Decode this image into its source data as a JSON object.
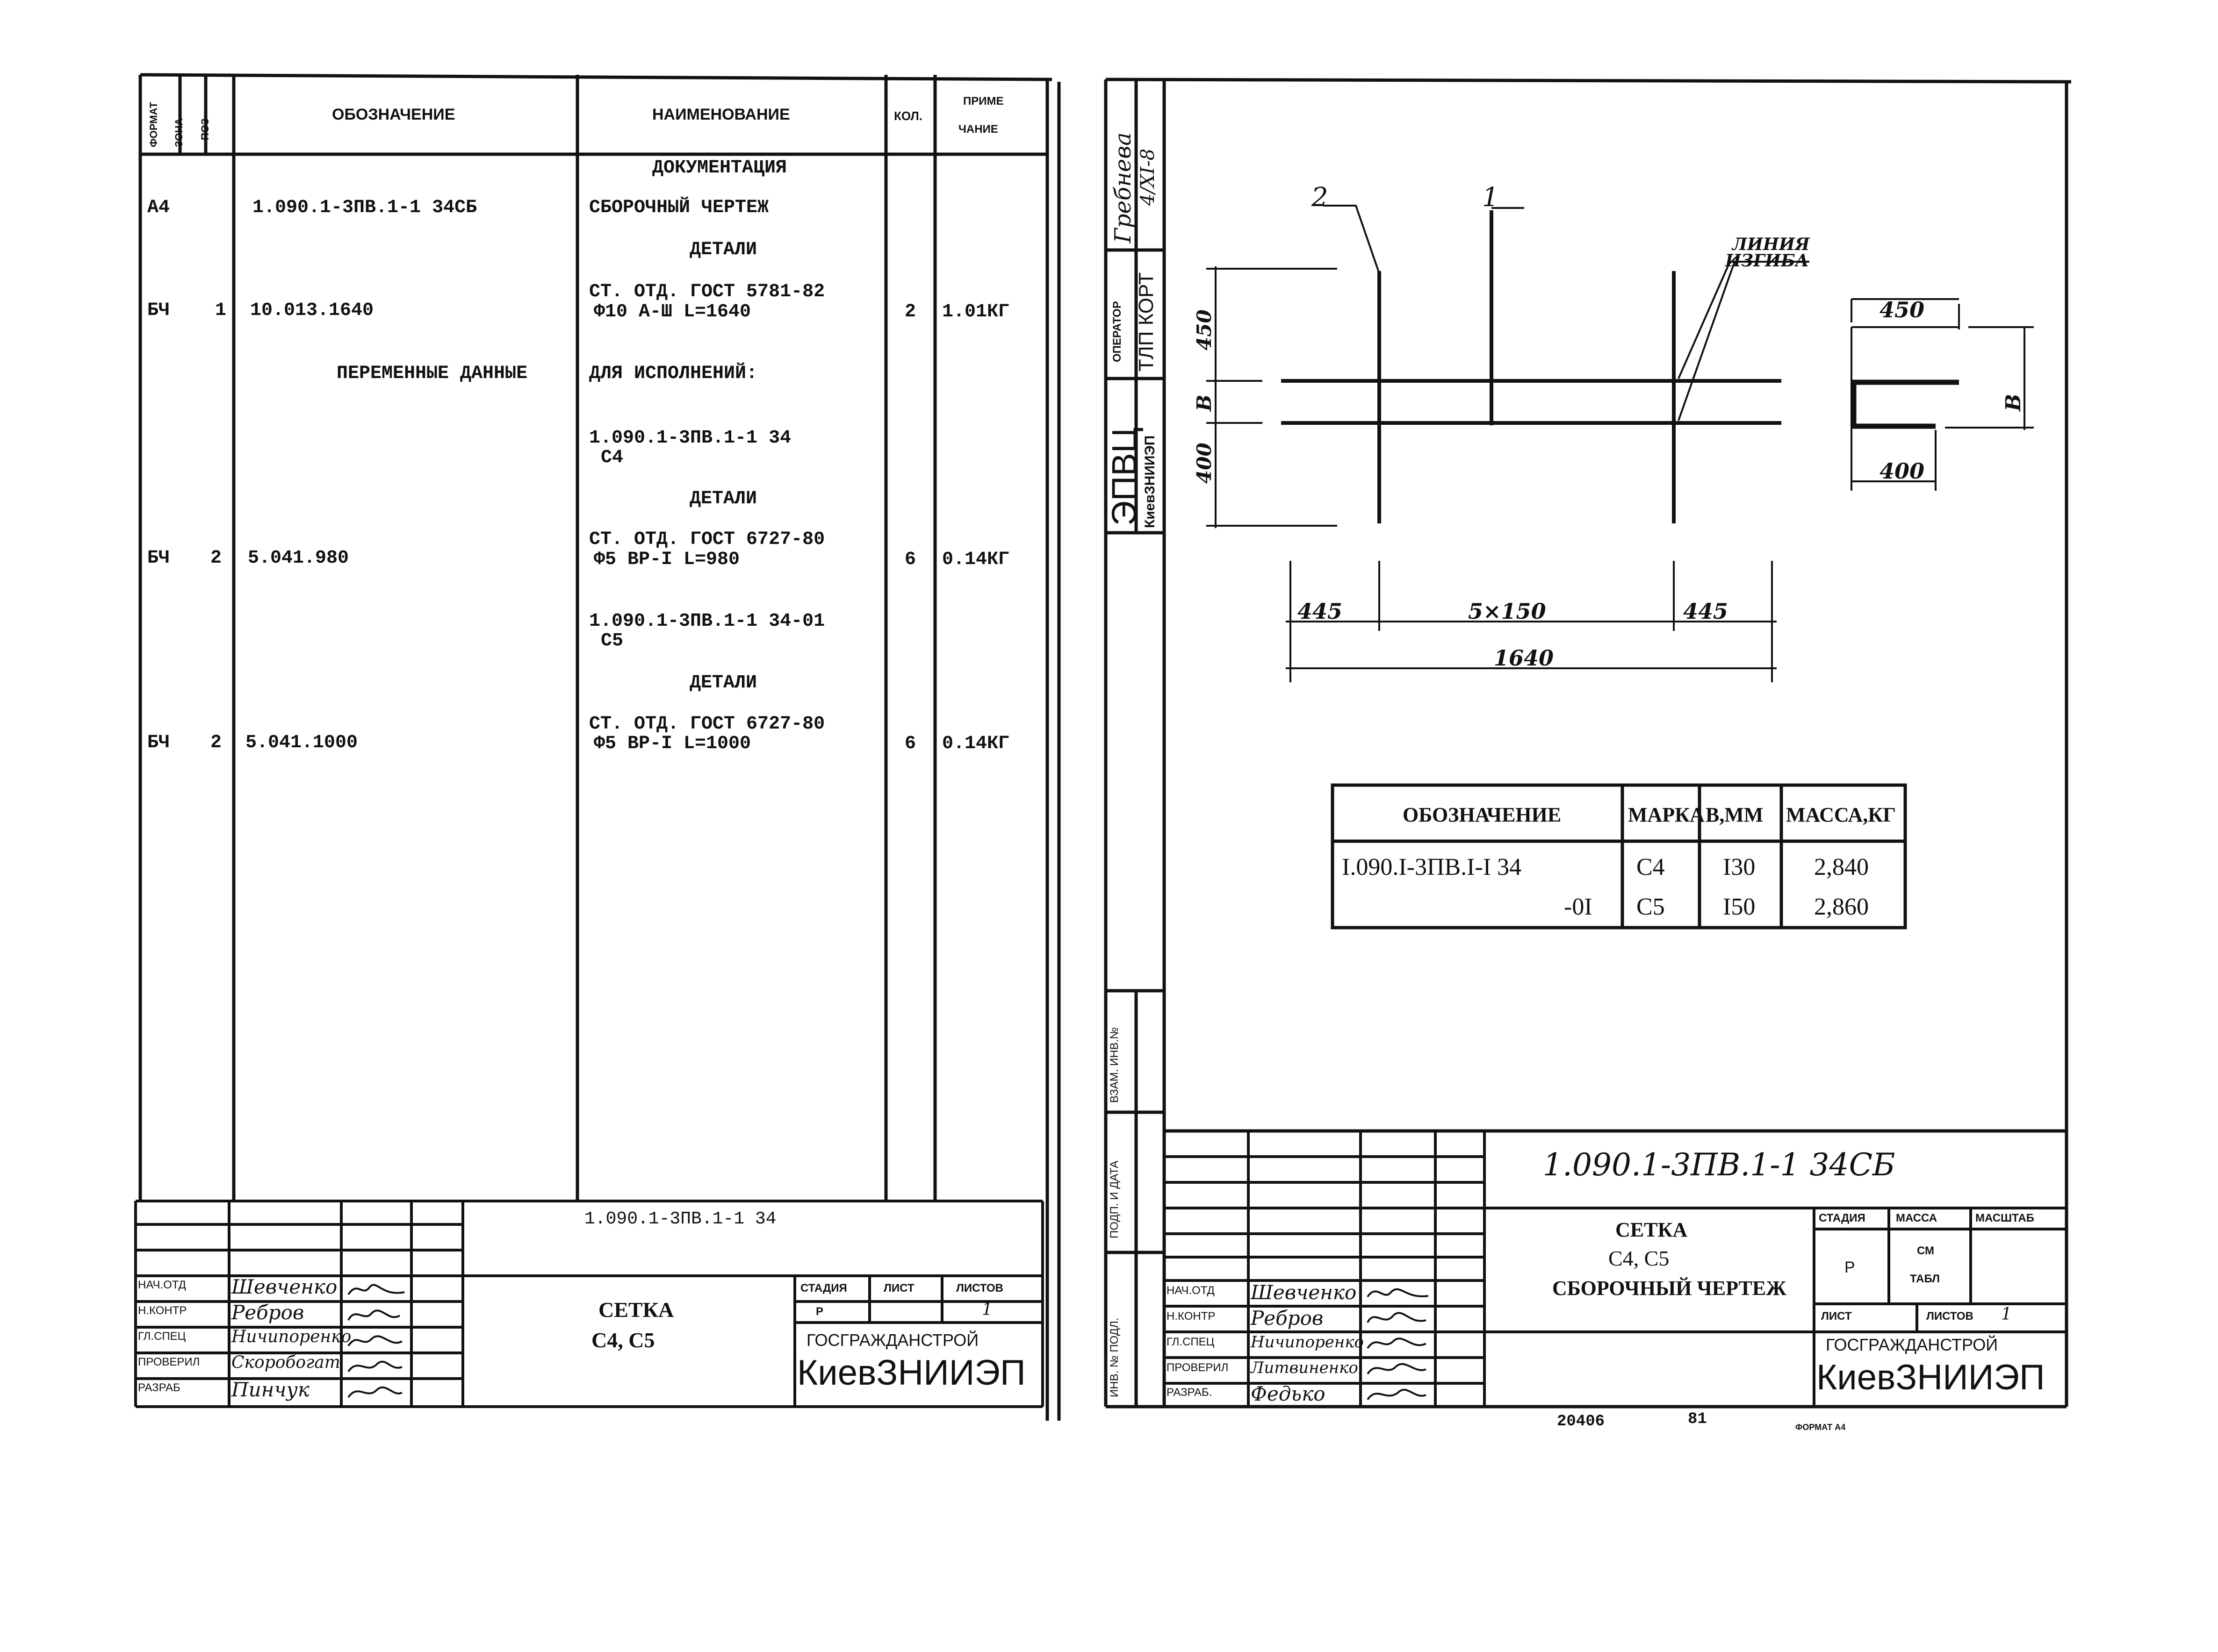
{
  "left_sheet": {
    "headers": {
      "format": "ФОРМАТ",
      "zone": "ЗОНА",
      "pos": "ПОЗ",
      "designation": "ОБОЗНАЧЕНИЕ",
      "name": "НАИМЕНОВАНИЕ",
      "qty": "КОЛ.",
      "note1": "ПРИМЕ",
      "note2": "ЧАНИЕ"
    },
    "rows": [
      {
        "format": "",
        "zone": "",
        "pos": "",
        "designation": "",
        "name": "ДОКУМЕНТАЦИЯ",
        "name2": "",
        "qty": "",
        "note": ""
      },
      {
        "format": "А4",
        "zone": "",
        "pos": "",
        "designation": "1.090.1-3ПВ.1-1 34СБ",
        "name": "СБОРОЧНЫЙ ЧЕРТЕЖ",
        "name2": "",
        "qty": "",
        "note": ""
      },
      {
        "format": "",
        "zone": "",
        "pos": "",
        "designation": "",
        "name": "ДЕТАЛИ",
        "name2": "",
        "qty": "",
        "note": ""
      },
      {
        "format": "БЧ",
        "zone": "",
        "pos": "1",
        "designation": "10.013.1640",
        "name": "СТ. ОТД. ГОСТ 5781-82",
        "name2": "Ф10 А-Ш L=1640",
        "qty": "2",
        "note": "1.01КГ"
      },
      {
        "format": "",
        "zone": "",
        "pos": "",
        "designation": "ПЕРЕМЕННЫЕ ДАННЫЕ",
        "name": "ДЛЯ ИСПОЛНЕНИЙ:",
        "name2": "",
        "qty": "",
        "note": ""
      },
      {
        "format": "",
        "zone": "",
        "pos": "",
        "designation": "",
        "name": "1.090.1-3ПВ.1-1 34",
        "name2": "С4",
        "qty": "",
        "note": ""
      },
      {
        "format": "",
        "zone": "",
        "pos": "",
        "designation": "",
        "name": "ДЕТАЛИ",
        "name2": "",
        "qty": "",
        "note": ""
      },
      {
        "format": "БЧ",
        "zone": "",
        "pos": "2",
        "designation": "5.041.980",
        "name": "СТ. ОТД. ГОСТ 6727-80",
        "name2": "Ф5 ВР-I L=980",
        "qty": "6",
        "note": "0.14КГ"
      },
      {
        "format": "",
        "zone": "",
        "pos": "",
        "designation": "",
        "name": "1.090.1-3ПВ.1-1 34-01",
        "name2": "С5",
        "qty": "",
        "note": ""
      },
      {
        "format": "",
        "zone": "",
        "pos": "",
        "designation": "",
        "name": "ДЕТАЛИ",
        "name2": "",
        "qty": "",
        "note": ""
      },
      {
        "format": "БЧ",
        "zone": "",
        "pos": "2",
        "designation": "5.041.1000",
        "name": "СТ. ОТД. ГОСТ 6727-80",
        "name2": "Ф5 ВР-I L=1000",
        "qty": "6",
        "note": "0.14КГ"
      }
    ],
    "title_block": {
      "code": "1.090.1-3ПВ.1-1 34",
      "title1": "СЕТКА",
      "title2": "С4, С5",
      "stage_label": "СТАДИЯ",
      "sheet_label": "ЛИСТ",
      "sheets_label": "ЛИСТОВ",
      "stage_value": "Р",
      "sheets_value": "1",
      "org1": "ГОСГРАЖДАНСТРОЙ",
      "org2": "КиевЗНИИЭП",
      "roles": [
        "НАЧ.ОТД",
        "Н.КОНТР",
        "ГЛ.СПЕЦ",
        "ПРОВЕРИЛ",
        "РАЗРАБ"
      ],
      "names": [
        "Шевченко",
        "Ребров",
        "Ничипоренко",
        "Скоробогат",
        "Пинчук"
      ]
    }
  },
  "right_sheet": {
    "side_stamp": {
      "name": "Гребнева",
      "date": "4/XI-8",
      "operator_label": "ОПЕРАТОР",
      "operator_value": "ТЛП КОРТ",
      "org_big": "ЭПВЦ",
      "org_small": "КиевЗНИИЭП",
      "inv_swap": "ВЗАМ. ИНВ.№",
      "sign_date": "ПОДП. И ДАТА",
      "inv_orig": "ИНВ. № ПОДЛ."
    },
    "drawing": {
      "leader_2": "2",
      "leader_1": "1",
      "bend_line1": "ЛИНИЯ",
      "bend_line2": "ИЗГИБА",
      "dim_450": "450",
      "dim_B": "В",
      "dim_400": "400",
      "dim_445a": "445",
      "dim_5x150": "5×150",
      "dim_445b": "445",
      "dim_1640": "1640",
      "detail_450": "450",
      "detail_400": "400",
      "detail_B": "В"
    },
    "table": {
      "headers": [
        "ОБОЗНАЧЕНИЕ",
        "МАРКА",
        "В,ММ",
        "МАССА,КГ"
      ],
      "rows": [
        [
          "I.090.I-3ПВ.I-I 34",
          "С4",
          "I30",
          "2,840"
        ],
        [
          "-0I",
          "С5",
          "I50",
          "2,860"
        ]
      ]
    },
    "title_block": {
      "code": "1.090.1-3ПВ.1-1  34СБ",
      "title1": "СЕТКА",
      "title2": "С4, С5",
      "title3": "СБОРОЧНЫЙ ЧЕРТЕЖ",
      "stage_label": "СТАДИЯ",
      "mass_label": "МАССА",
      "scale_label": "МАСШТАБ",
      "stage_value": "Р",
      "mass_value1": "СМ",
      "mass_value2": "ТАБЛ",
      "sheet_label": "ЛИСТ",
      "sheets_label": "ЛИСТОВ",
      "sheets_value": "1",
      "org1": "ГОСГРАЖДАНСТРОЙ",
      "org2": "КиевЗНИИЭП",
      "roles": [
        "НАЧ.ОТД",
        "Н.КОНТР",
        "ГЛ.СПЕЦ",
        "ПРОВЕРИЛ",
        "РАЗРАБ."
      ],
      "names": [
        "Шевченко",
        "Ребров",
        "Ничипоренко",
        "Литвиненко",
        "Федько"
      ]
    },
    "footer": {
      "number": "20406",
      "sub": "81",
      "format": "ФОРМАТ А4"
    }
  }
}
